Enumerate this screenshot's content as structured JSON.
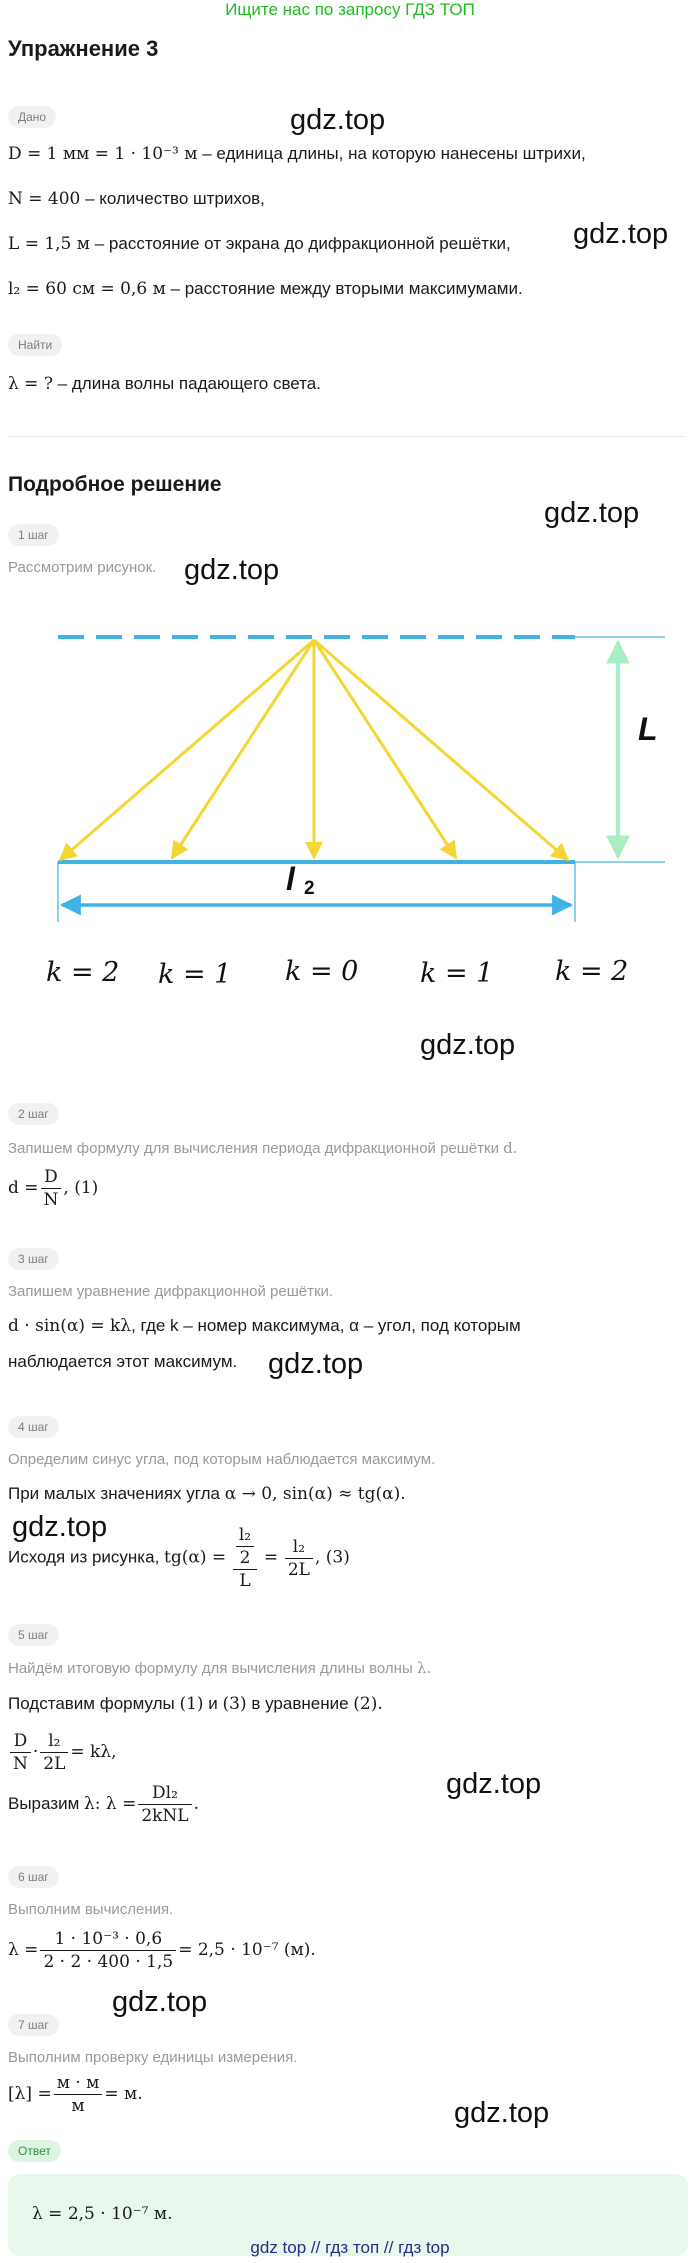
{
  "top_banner": "Ищите нас по запросу ГДЗ ТОП",
  "title": "Упражнение 3",
  "given_label": "Дано",
  "given": [
    {
      "math": "D = 1 мм = 1 · 10⁻³ м",
      "text": " – единица длины, на которую нанесены штрихи,"
    },
    {
      "math": "N = 400",
      "text": " – количество штрихов,"
    },
    {
      "math": "L = 1,5 м",
      "text": " – расстояние от экрана до дифракционной решётки,"
    },
    {
      "math": "l₂ = 60 см = 0,6 м",
      "text": " – расстояние между вторыми максимумами."
    }
  ],
  "find_label": "Найти",
  "find": {
    "math": "λ = ?",
    "text": " – длина волны падающего света."
  },
  "solution_title": "Подробное решение",
  "watermark": "gdz.top",
  "steps": {
    "s1": {
      "label": "1 шаг",
      "text": "Рассмотрим рисунок."
    },
    "s2": {
      "label": "2 шаг",
      "text": "Запишем формулу для вычисления периода дифракционной решётки",
      "var": "d.",
      "formula_lhs": "d =",
      "num": "D",
      "den": "N",
      "formula_rhs": ", (1)"
    },
    "s3": {
      "label": "3 шаг",
      "text": "Запишем уравнение дифракционной решётки.",
      "formula": "d · sin(α) = kλ",
      "line1_tail": ", где k – номер максимума, α – угол, под которым",
      "line2": "наблюдается этот максимум."
    },
    "s4": {
      "label": "4 шаг",
      "text": "Определим синус угла, под которым наблюдается максимум.",
      "line1_prefix": "При малых значениях угла ",
      "line1_math": "α → 0, sin(α) ≈ tg(α).",
      "line2_prefix": "Исходя из рисунка, ",
      "line2_math": "tg(α) =",
      "inner_num": "l₂",
      "inner_den": "2",
      "big_den": "L",
      "eq": "=",
      "num2": "l₂",
      "den2": "2L",
      "tail": ", (3)"
    },
    "s5": {
      "label": "5 шаг",
      "text": "Найдём итоговую формулу для вычисления длины волны",
      "var": "λ.",
      "line1_a": "Подставим формулы ",
      "line1_b": "(1)",
      "line1_c": " и ",
      "line1_d": "(3)",
      "line1_e": " в уравнение ",
      "line1_f": "(2).",
      "f_num1": "D",
      "f_den1": "N",
      "f_dot": "·",
      "f_num2": "l₂",
      "f_den2": "2L",
      "f_tail": "= kλ,",
      "express_prefix": "Выразим ",
      "express_var": "λ: λ =",
      "e_num": "Dl₂",
      "e_den": "2kNL",
      "e_tail": "."
    },
    "s6": {
      "label": "6 шаг",
      "text": "Выполним вычисления.",
      "lhs": "λ =",
      "num": "1 · 10⁻³ · 0,6",
      "den": "2 · 2 · 400 · 1,5",
      "tail": "= 2,5 · 10⁻⁷  (м)."
    },
    "s7": {
      "label": "7 шаг",
      "text": "Выполним проверку единицы измерения.",
      "lhs": "[λ] =",
      "num": "м · м",
      "den": "м",
      "tail": "= м."
    }
  },
  "answer_label": "Ответ",
  "answer": "λ = 2,5 · 10⁻⁷ м.",
  "diagram": {
    "L_label": "L",
    "l_label": "l",
    "l_sub": "2",
    "k_labels": [
      "k = 2",
      "k = 1",
      "k = 0",
      "k = 1",
      "k = 2"
    ]
  },
  "colors": {
    "grating": "#3fb3e6",
    "rays": "#f3d633",
    "distance_arrow": "#a8eec4",
    "banner": "#22bb22"
  },
  "footer": "gdz top  //  гдз топ  //  гдз top"
}
